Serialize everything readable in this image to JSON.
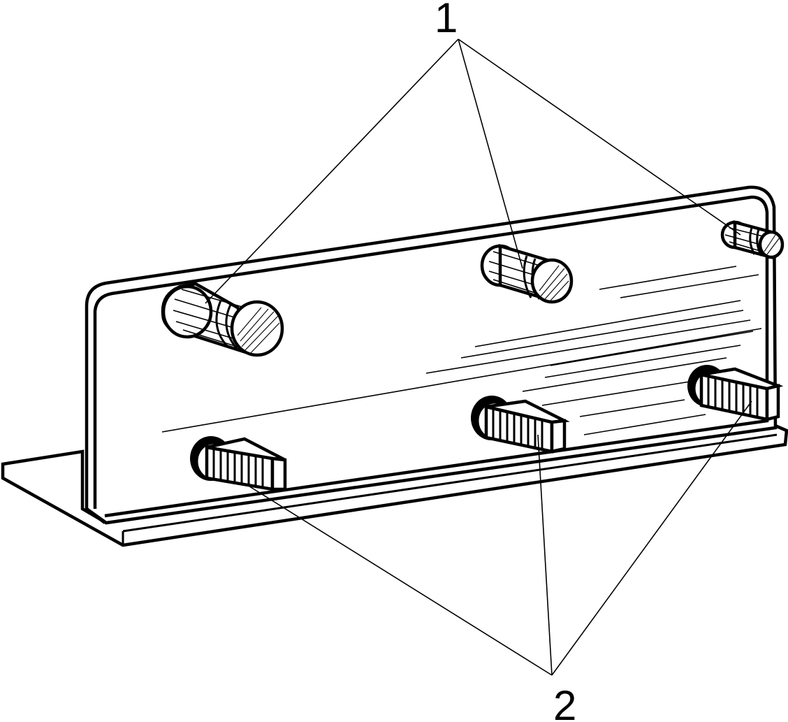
{
  "diagram": {
    "labels": [
      {
        "id": "pins",
        "text": "1"
      },
      {
        "id": "studs",
        "text": "2"
      }
    ],
    "colors": {
      "ink": "#000000",
      "paper": "#ffffff"
    }
  }
}
